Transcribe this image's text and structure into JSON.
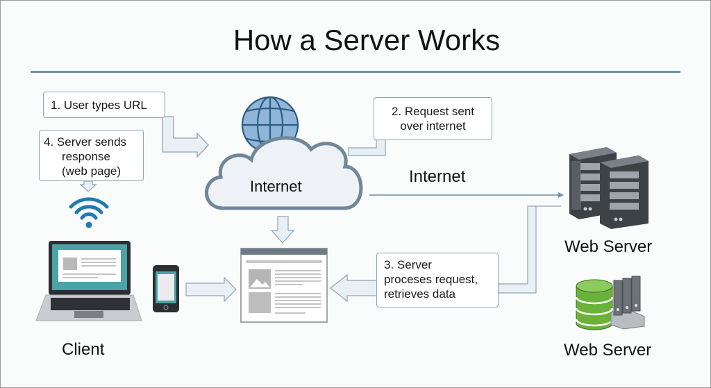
{
  "title": "How a Server Works",
  "steps": {
    "step1": "1. User types URL",
    "step2": [
      "2. Request sent",
      "over internet"
    ],
    "step3": [
      "3. Server",
      "proceses request,",
      "retrieves data"
    ],
    "step4": [
      "4. Server sends",
      "response",
      "(web page)"
    ]
  },
  "labels": {
    "cloud": "Internet",
    "connection": "Internet",
    "client": "Client",
    "web_server_top": "Web Server",
    "web_server_bottom": "Web Server"
  },
  "icons": [
    "globe-icon",
    "cloud-icon",
    "wifi-icon",
    "laptop-icon",
    "phone-icon",
    "browser-page-icon",
    "server-rack-icon",
    "database-icon",
    "binder-icon"
  ],
  "colors": {
    "accent": "#6b8fa7",
    "arrow_fill": "#e9f0f5",
    "arrow_stroke": "#8fa3b1",
    "wifi": "#1f7ab3",
    "screen": "#4aa3a6",
    "db_green": "#6ab23a",
    "globe": "#7fa9cf"
  }
}
